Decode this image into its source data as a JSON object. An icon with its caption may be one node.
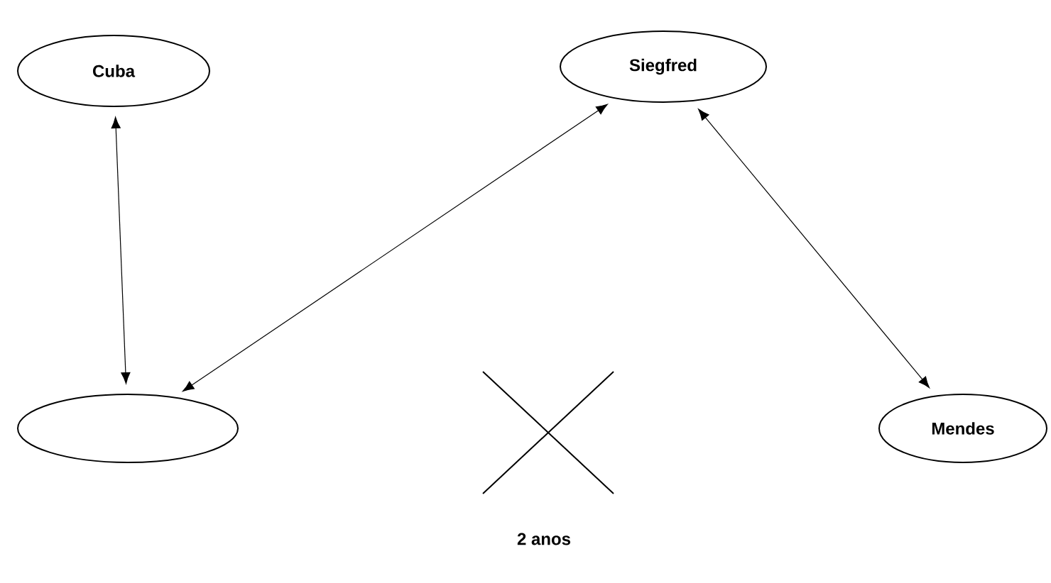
{
  "diagram": {
    "nodes": [
      {
        "text": [
          "Cuba"
        ]
      },
      {
        "text": [
          "Siegfred"
        ]
      },
      {
        "text": [],
        "shape": "ellipse"
      },
      {
        "text": [
          "Mendes"
        ]
      }
    ],
    "edges": [
      {
        "from": 0,
        "to": 2,
        "arrow": "both"
      },
      {
        "from": 2,
        "to": 1,
        "arrow": "both"
      },
      {
        "from": 1,
        "to": 3,
        "arrow": "both"
      }
    ],
    "labels": [
      "2 anos"
    ]
  }
}
